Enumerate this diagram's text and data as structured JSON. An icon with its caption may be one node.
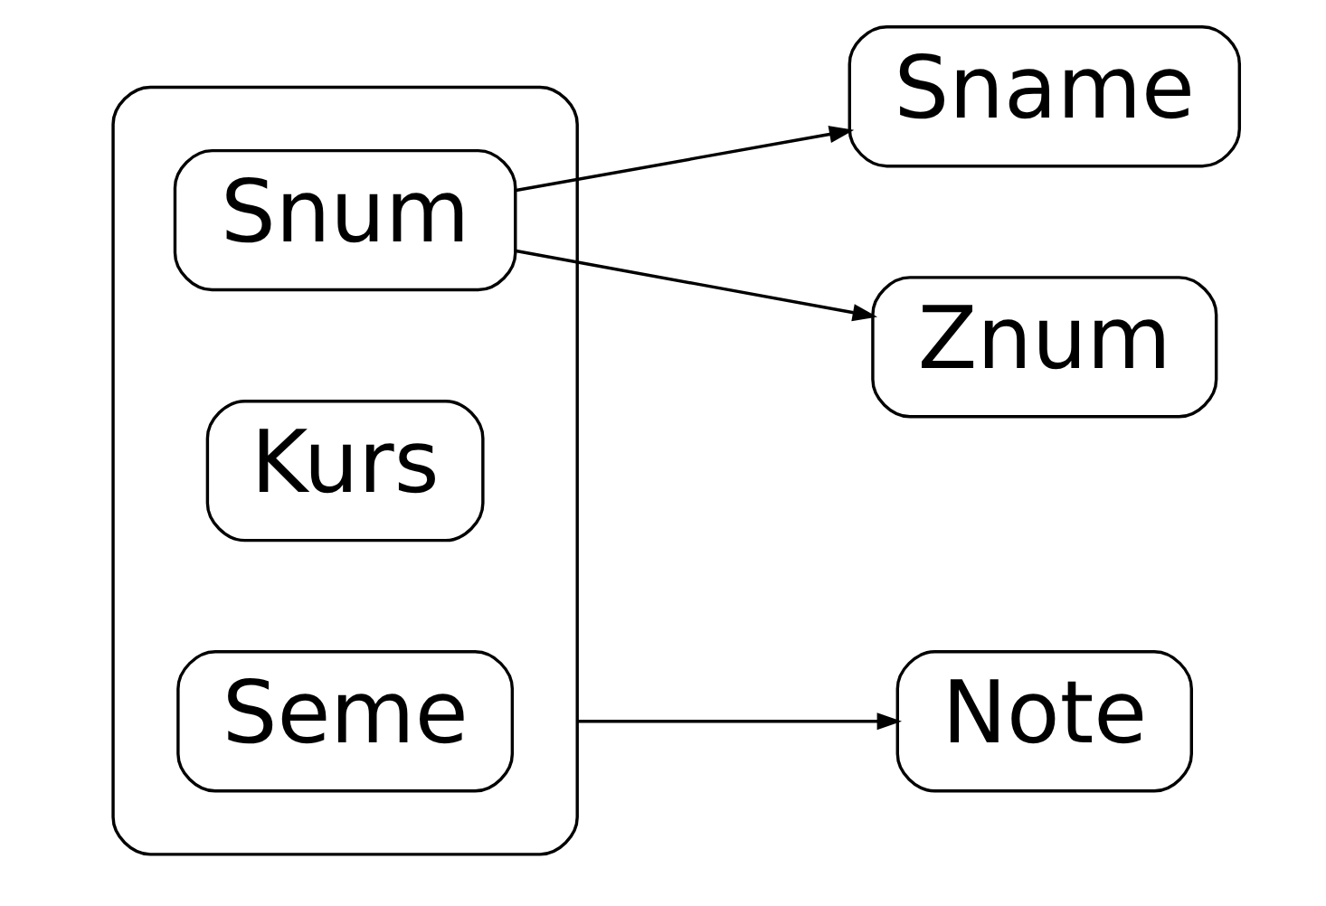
{
  "diagram": {
    "nodes": [
      {
        "text": [],
        "shape": "box"
      },
      {
        "text": [
          "Snum"
        ],
        "in": 0
      },
      {
        "text": [
          "Kurs"
        ],
        "in": 0
      },
      {
        "text": [
          "Seme"
        ],
        "in": 0
      },
      {
        "text": [
          "Sname"
        ]
      },
      {
        "text": [
          "Znum"
        ]
      },
      {
        "text": [
          "Note"
        ]
      }
    ],
    "edges": [
      {
        "from": 1,
        "to": 4,
        "arrow": "to"
      },
      {
        "from": 1,
        "to": 5,
        "arrow": "to"
      },
      {
        "from": 0,
        "to": 6,
        "arrow": "to"
      }
    ]
  }
}
